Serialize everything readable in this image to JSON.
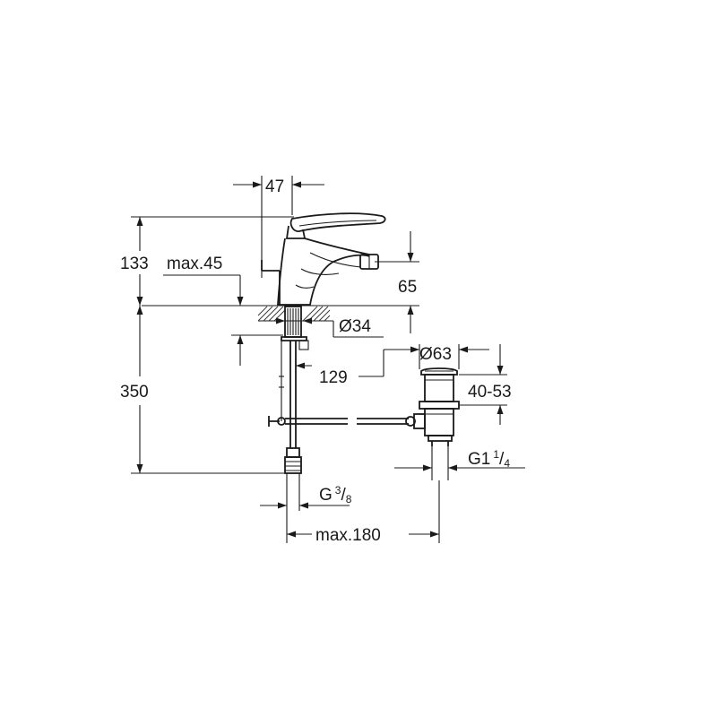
{
  "dimensions": {
    "d47": "47",
    "d133": "133",
    "max45": "max.45",
    "d65": "65",
    "dia34": "Ø34",
    "d350": "350",
    "d129": "129",
    "dia63": "Ø63",
    "d40_53": "40-53",
    "g1": {
      "main": "G1",
      "num": "1",
      "sep": "/",
      "den": "4"
    },
    "g3": {
      "main": "G",
      "num": "3",
      "sep": "/",
      "den": "8"
    },
    "max180": "max.180"
  }
}
